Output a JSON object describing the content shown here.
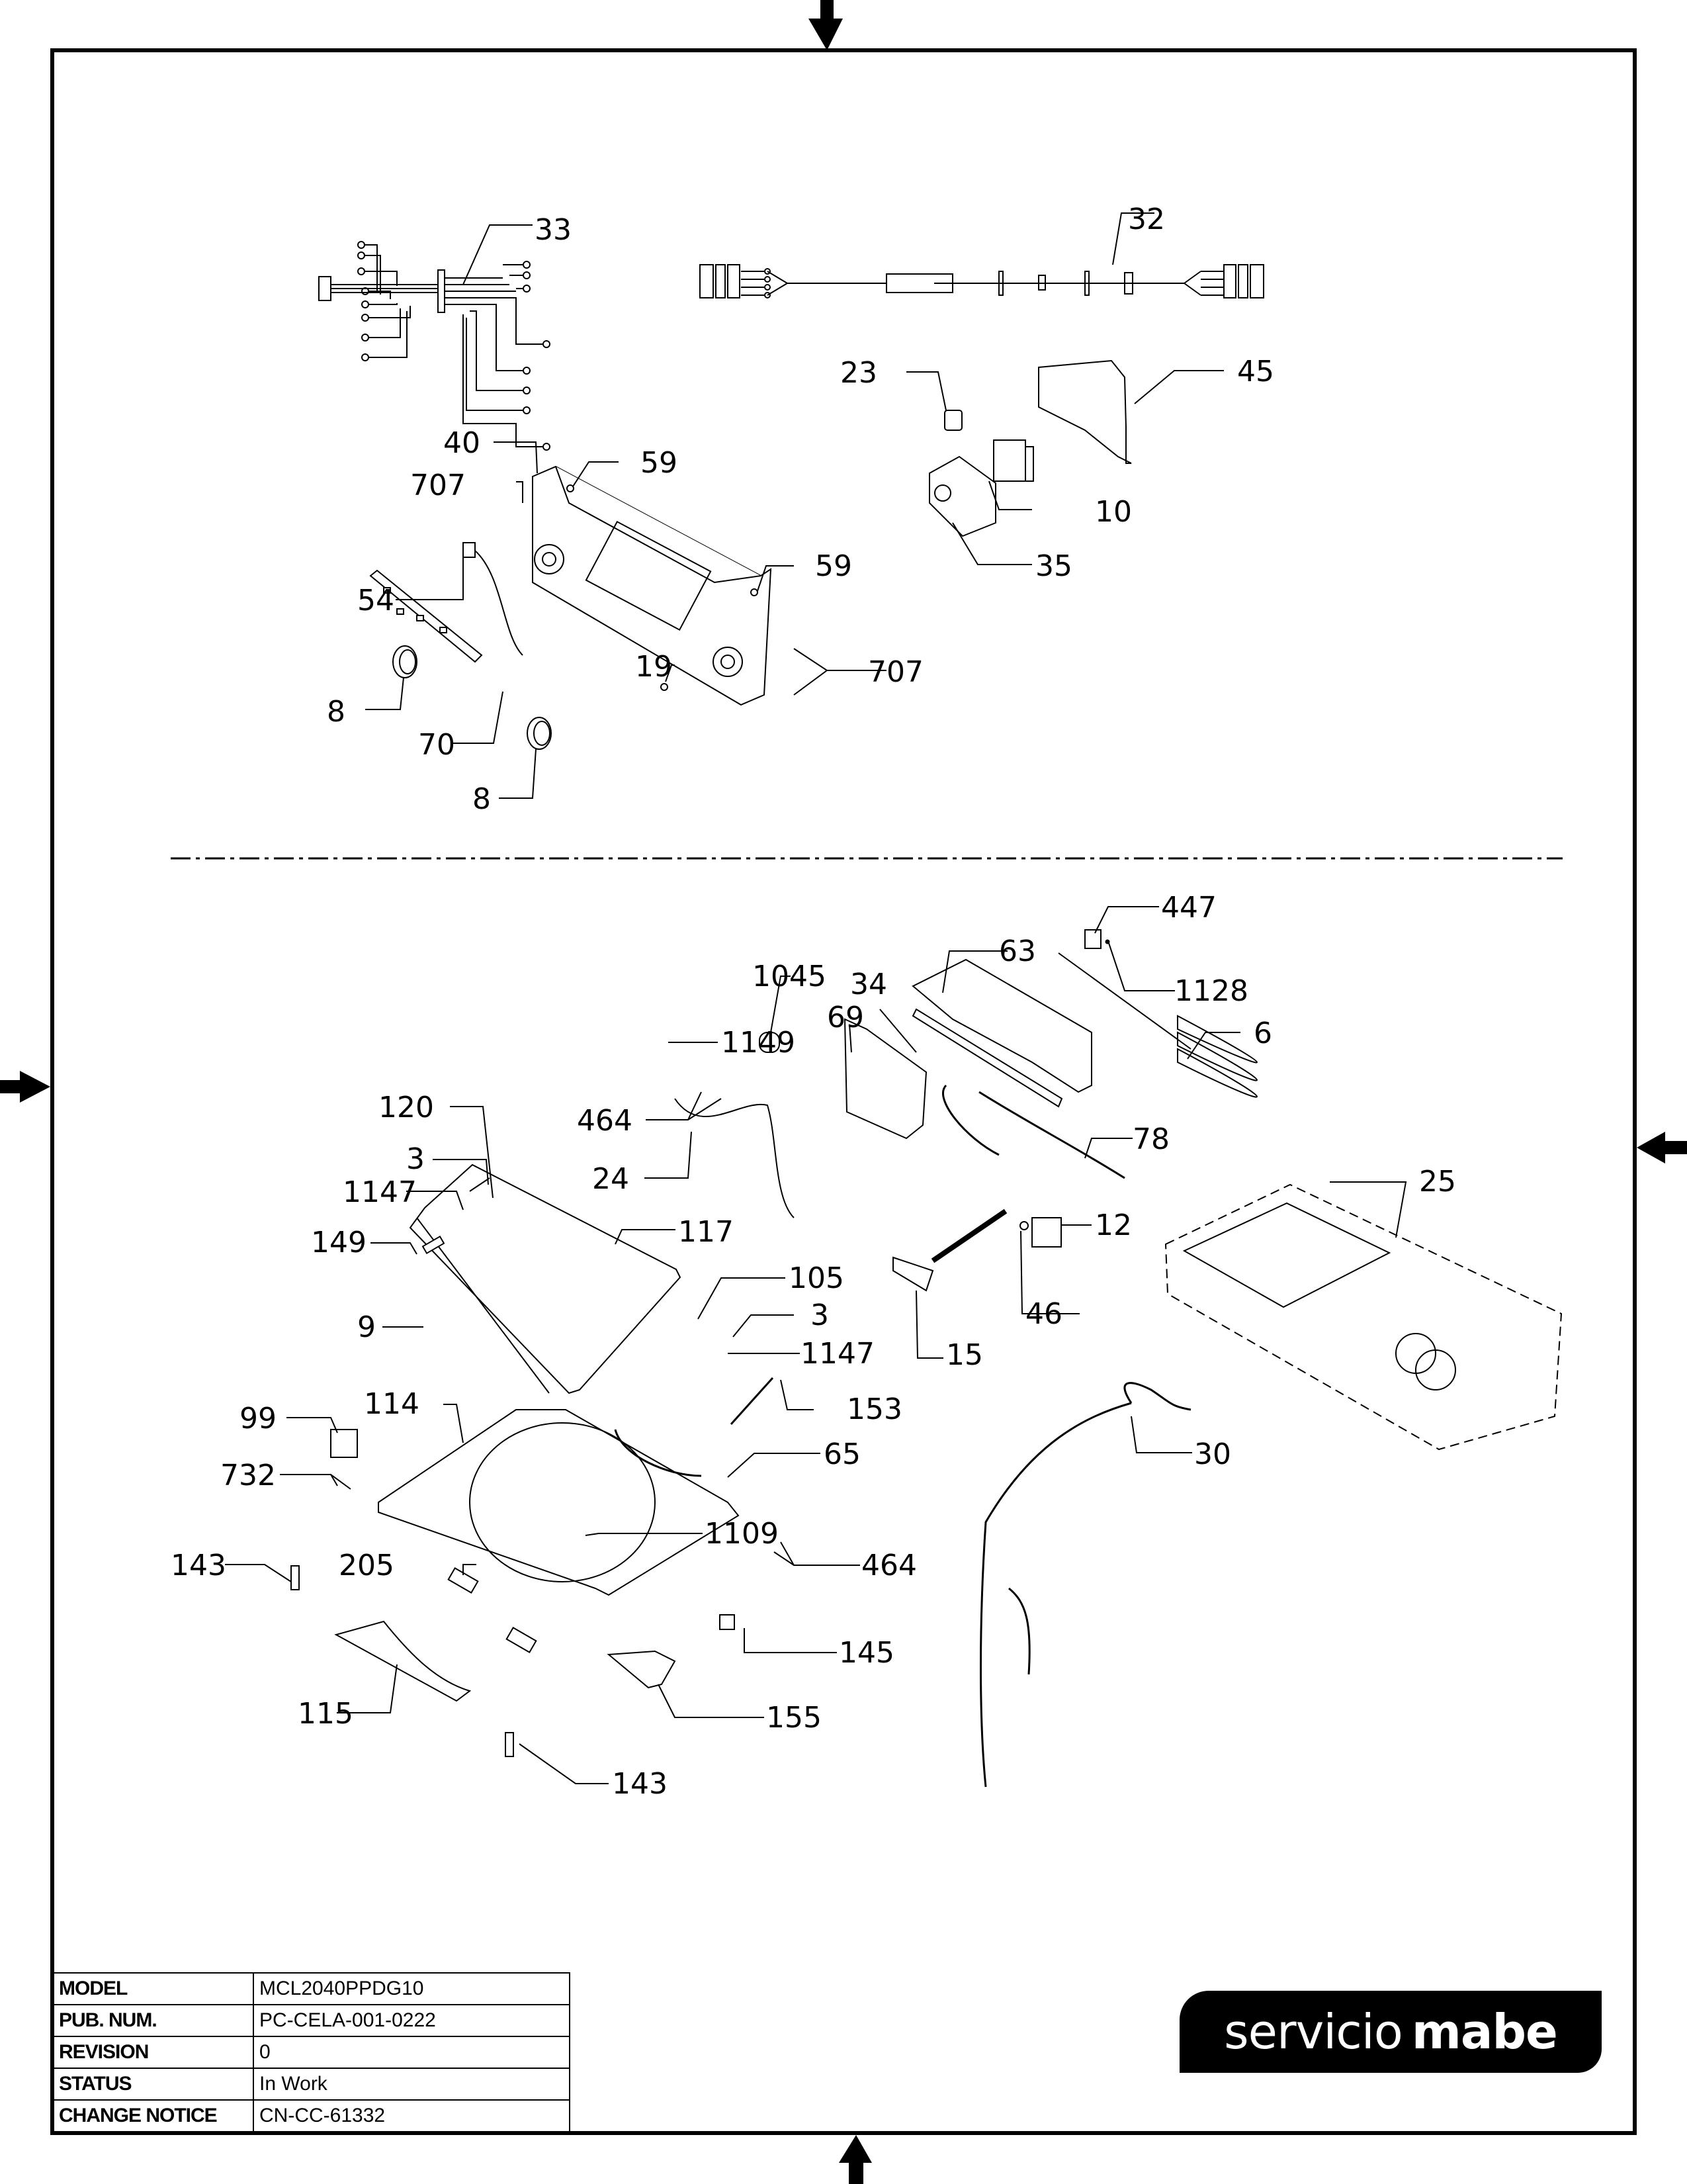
{
  "document": {
    "type": "exploded parts diagram",
    "brand_logo": {
      "text_light": "servicio",
      "text_bold": "mabe"
    }
  },
  "info_table": {
    "rows": [
      {
        "label": "MODEL",
        "value": "MCL2040PPDG10"
      },
      {
        "label": "PUB. NUM.",
        "value": "PC-CELA-001-0222"
      },
      {
        "label": "REVISION",
        "value": "0"
      },
      {
        "label": "STATUS",
        "value": "In Work"
      },
      {
        "label": "CHANGE NOTICE",
        "value": "CN-CC-61332"
      }
    ]
  },
  "callouts": {
    "upper_section": [
      "33",
      "32",
      "23",
      "45",
      "40",
      "59",
      "707",
      "10",
      "35",
      "59",
      "54",
      "19",
      "707",
      "8",
      "70",
      "8"
    ],
    "lower_section": [
      "447",
      "1045",
      "63",
      "34",
      "1128",
      "69",
      "1149",
      "6",
      "464",
      "120",
      "78",
      "3",
      "24",
      "25",
      "1147",
      "149",
      "117",
      "12",
      "105",
      "9",
      "3",
      "1147",
      "15",
      "46",
      "153",
      "114",
      "99",
      "65",
      "30",
      "732",
      "1109",
      "143",
      "205",
      "464",
      "145",
      "115",
      "155",
      "143"
    ]
  },
  "labels": {
    "c33": "33",
    "c32": "32",
    "c23": "23",
    "c45": "45",
    "c40": "40",
    "c59a": "59",
    "c707a": "707",
    "c10": "10",
    "c35": "35",
    "c59b": "59",
    "c54": "54",
    "c19": "19",
    "c707b": "707",
    "c8a": "8",
    "c70": "70",
    "c8b": "8",
    "c447": "447",
    "c1045": "1045",
    "c63": "63",
    "c34": "34",
    "c1128": "1128",
    "c69": "69",
    "c1149": "1149",
    "c6": "6",
    "c464a": "464",
    "c120": "120",
    "c78": "78",
    "c3a": "3",
    "c24": "24",
    "c25": "25",
    "c1147a": "1147",
    "c149": "149",
    "c117": "117",
    "c12": "12",
    "c105": "105",
    "c9": "9",
    "c3b": "3",
    "c1147b": "1147",
    "c15": "15",
    "c46": "46",
    "c153": "153",
    "c114": "114",
    "c99": "99",
    "c65": "65",
    "c30": "30",
    "c732": "732",
    "c1109": "1109",
    "c143a": "143",
    "c205": "205",
    "c464b": "464",
    "c145": "145",
    "c115": "115",
    "c155": "155",
    "c143b": "143"
  }
}
